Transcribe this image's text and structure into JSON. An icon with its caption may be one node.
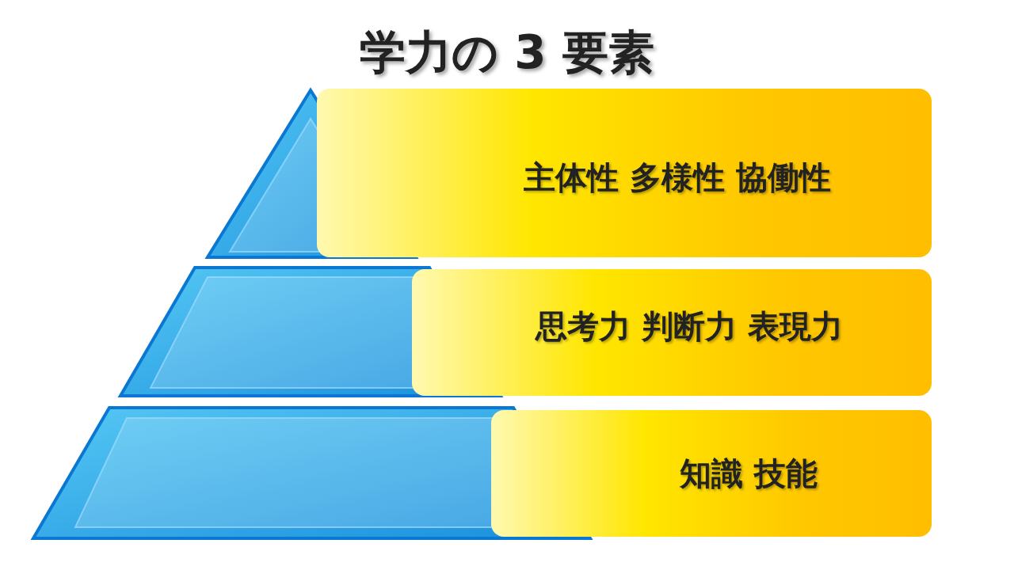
{
  "diagram": {
    "title": "学力の 3 要素",
    "nodes": [
      {
        "text": [
          "主体性 多様性 協働性"
        ]
      },
      {
        "text": [
          "思考力 判断力 表現力"
        ]
      },
      {
        "text": [
          "知識 技能"
        ]
      }
    ]
  }
}
